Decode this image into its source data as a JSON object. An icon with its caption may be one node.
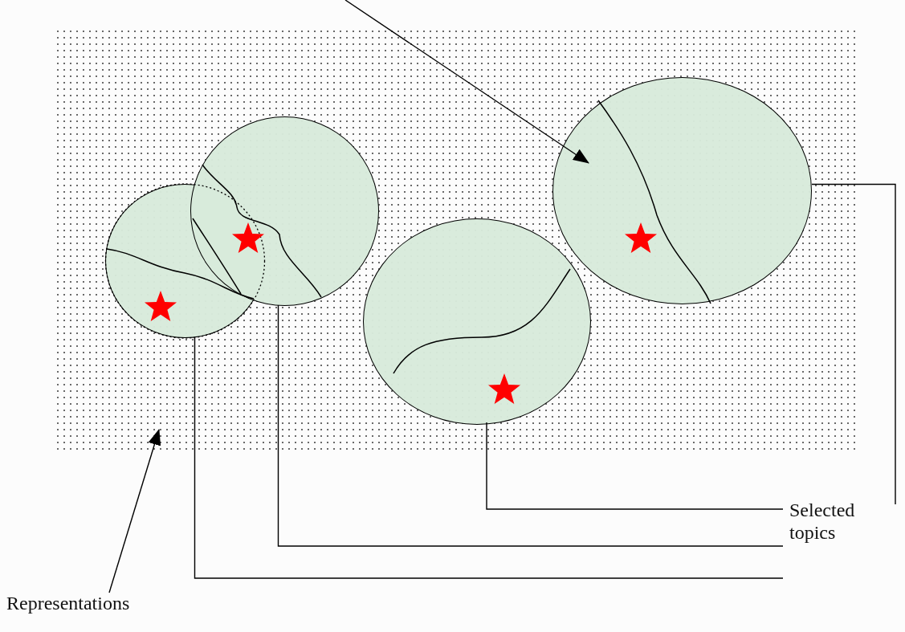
{
  "diagram": {
    "nodes": [
      {
        "text": [],
        "shape": "box"
      },
      {
        "text": [],
        "shape": "circle",
        "in": 0
      },
      {
        "text": [],
        "shape": "circle",
        "in": 0
      },
      {
        "text": [],
        "shape": "circle",
        "in": 0
      },
      {
        "text": [],
        "shape": "circle",
        "in": 0
      },
      {
        "text": [
          "Selected topics"
        ]
      },
      {
        "text": [
          "Representations"
        ]
      }
    ],
    "edges": [
      {
        "from": 5,
        "to": 1,
        "arrow": "none"
      },
      {
        "from": 5,
        "to": 2,
        "arrow": "none"
      },
      {
        "from": 5,
        "to": 3,
        "arrow": "none"
      },
      {
        "from": 5,
        "to": 4,
        "arrow": "none"
      },
      {
        "from": 6,
        "to": 0,
        "arrow": "to"
      },
      {
        "from": null,
        "to": 4,
        "arrow": "to"
      }
    ]
  }
}
